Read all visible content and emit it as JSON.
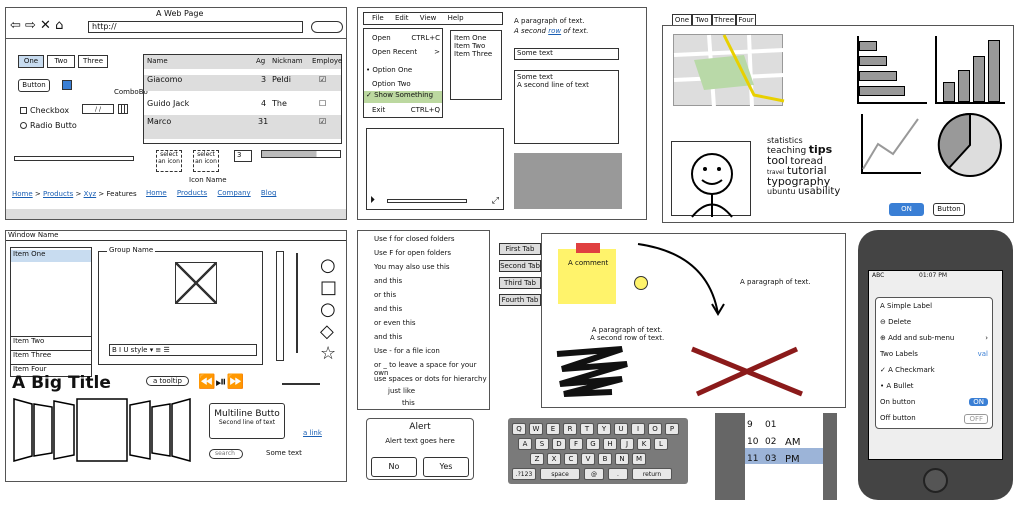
{
  "browser": {
    "title": "A Web Page",
    "url": "http://"
  },
  "tabs1": [
    "One",
    "Two",
    "Three"
  ],
  "button_label": "Button",
  "combobox": "ComboBo",
  "checkbox": "Checkbox",
  "radio": "Radio Butto",
  "grid": {
    "headers": [
      "Name",
      "Ag",
      "Nicknam",
      "Employe"
    ],
    "rows": [
      [
        "Giacomo",
        "3",
        "Peldi"
      ],
      [
        "Guido Jack",
        "4",
        "The"
      ],
      [
        "Marco",
        "31",
        ""
      ]
    ]
  },
  "icon_pickers": [
    "select an icon",
    "select an icon"
  ],
  "icon_name": "Icon Name",
  "stepper": "3",
  "breadcrumb": [
    "Home",
    "Products",
    "Xyz",
    "Features"
  ],
  "links": [
    "Home",
    "Products",
    "Company",
    "Blog"
  ],
  "menu": {
    "bar": [
      "File",
      "Edit",
      "View",
      "Help"
    ],
    "items": [
      [
        "Open",
        "CTRL+C"
      ],
      [
        "Open Recent",
        ">"
      ],
      [
        "Option One",
        ""
      ],
      [
        "Option Two",
        ""
      ],
      [
        "Show Something",
        ""
      ],
      [
        "Exit",
        "CTRL+Q"
      ]
    ]
  },
  "list_items": [
    "Item One",
    "Item Two",
    "Item Three"
  ],
  "para1": "A paragraph of text.",
  "para2_a": "A second ",
  "para2_link": "row",
  "para2_b": " of text.",
  "some_text": "Some text",
  "textarea": [
    "Some text",
    "A second line of text"
  ],
  "tabs2": [
    "One",
    "Two",
    "Three",
    "Four"
  ],
  "tagcloud": [
    "statistics",
    "teaching",
    "tips",
    "tool",
    "toread",
    "tutorial",
    "travel",
    "typography",
    "ubuntu",
    "usability"
  ],
  "toggle_on": "ON",
  "button2": "Button",
  "window_title": "Window Name",
  "listbox": [
    "Item One",
    "Item Two",
    "Item Three",
    "Item Four"
  ],
  "group": "Group Name",
  "rte_style": "style",
  "big_title": "A Big Title",
  "tooltip": "a tooltip",
  "multiline": [
    "Multiline Butto",
    "Second line of text"
  ],
  "link": "a link",
  "search": "search",
  "some_text2": "Some text",
  "tree": [
    "Use f for closed folders",
    "Use F for open folders",
    "You may also use this",
    "and this",
    "or this",
    "and this",
    "or even this",
    "and this",
    "Use - for a file icon",
    "or _ to leave a space for your own",
    "use spaces or dots for hierarchy",
    "just like",
    "this"
  ],
  "alert": {
    "title": "Alert",
    "text": "Alert text goes here",
    "no": "No",
    "yes": "Yes"
  },
  "vtabs": [
    "First Tab",
    "Second Tab",
    "Third Tab",
    "Fourth Tab"
  ],
  "comment": "A comment",
  "para3": "A paragraph of text.",
  "para4": [
    "A paragraph of text.",
    "A second row of text."
  ],
  "keyboard": {
    "r1": [
      "Q",
      "W",
      "E",
      "R",
      "T",
      "Y",
      "U",
      "I",
      "O",
      "P"
    ],
    "r2": [
      "A",
      "S",
      "D",
      "F",
      "G",
      "H",
      "J",
      "K",
      "L"
    ],
    "r3": [
      "Z",
      "X",
      "C",
      "V",
      "B",
      "N",
      "M"
    ],
    "bottom": [
      ".?123",
      "space",
      "@",
      ".",
      "return"
    ]
  },
  "picker": {
    "h": [
      "9",
      "10",
      "11"
    ],
    "m": [
      "01",
      "02",
      "03"
    ],
    "ap": [
      "AM",
      "PM"
    ]
  },
  "iphone": {
    "carrier": "ABC",
    "time": "01:07 PM",
    "items": [
      "A Simple Label",
      "Delete",
      "Add and sub-menu",
      "Two Labels",
      "A Checkmark",
      "A Bullet",
      "On button",
      "Off button"
    ],
    "two_val": "val",
    "on": "ON",
    "off": "OFF"
  }
}
